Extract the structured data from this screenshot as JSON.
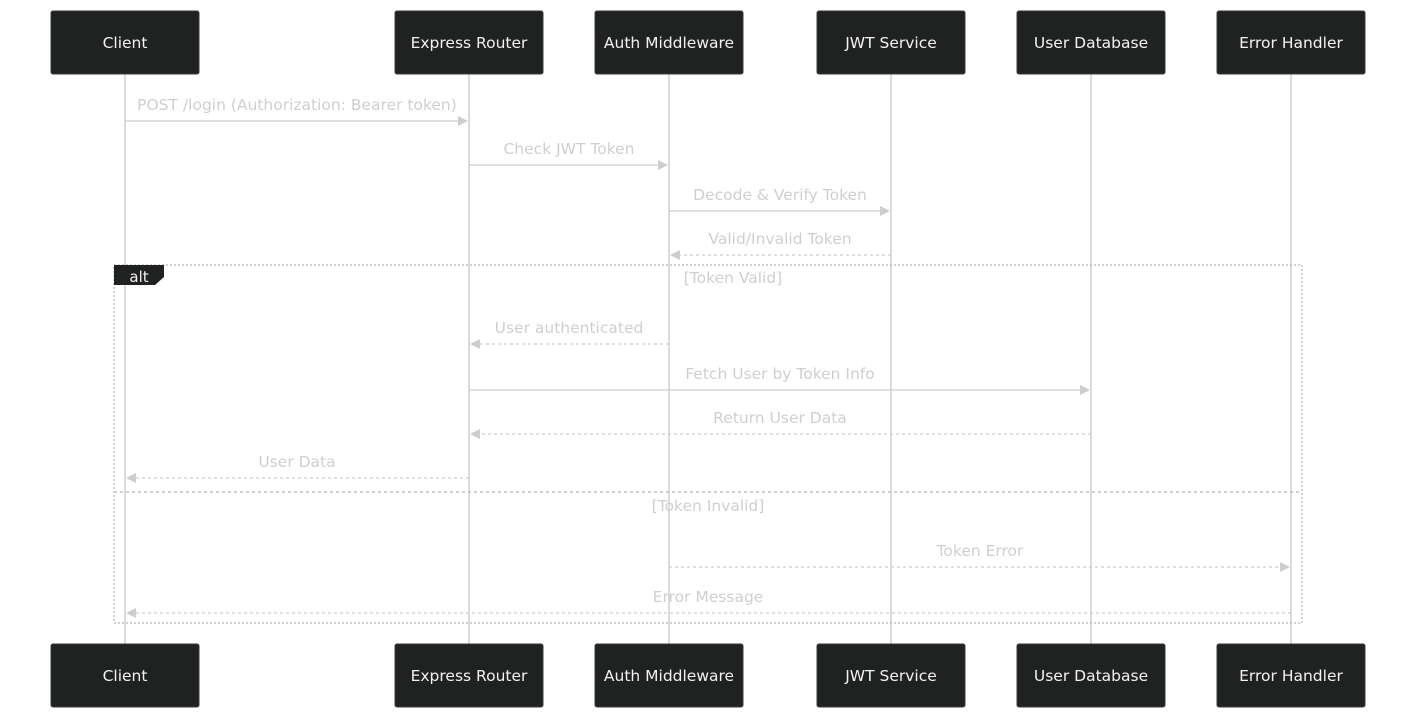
{
  "participants": [
    {
      "id": "client",
      "label": "Client"
    },
    {
      "id": "router",
      "label": "Express Router"
    },
    {
      "id": "auth",
      "label": "Auth Middleware"
    },
    {
      "id": "jwt",
      "label": "JWT Service"
    },
    {
      "id": "db",
      "label": "User Database"
    },
    {
      "id": "err",
      "label": "Error Handler"
    }
  ],
  "messages": [
    {
      "from": "client",
      "to": "router",
      "text": "POST /login (Authorization: Bearer token)",
      "style": "solid"
    },
    {
      "from": "router",
      "to": "auth",
      "text": "Check JWT Token",
      "style": "solid"
    },
    {
      "from": "auth",
      "to": "jwt",
      "text": "Decode & Verify Token",
      "style": "solid"
    },
    {
      "from": "jwt",
      "to": "auth",
      "text": "Valid/Invalid Token",
      "style": "dashed"
    },
    {
      "from": "auth",
      "to": "router",
      "text": "User authenticated",
      "style": "dashed"
    },
    {
      "from": "router",
      "to": "db",
      "text": "Fetch User by Token Info",
      "style": "solid"
    },
    {
      "from": "db",
      "to": "router",
      "text": "Return User Data",
      "style": "dashed"
    },
    {
      "from": "router",
      "to": "client",
      "text": "User Data",
      "style": "dashed"
    },
    {
      "from": "auth",
      "to": "err",
      "text": "Token Error",
      "style": "dashed"
    },
    {
      "from": "err",
      "to": "client",
      "text": "Error Message",
      "style": "dashed"
    }
  ],
  "alt_block": {
    "label": "alt",
    "sections": [
      {
        "guard": "[Token Valid]"
      },
      {
        "guard": "[Token Invalid]"
      }
    ]
  }
}
